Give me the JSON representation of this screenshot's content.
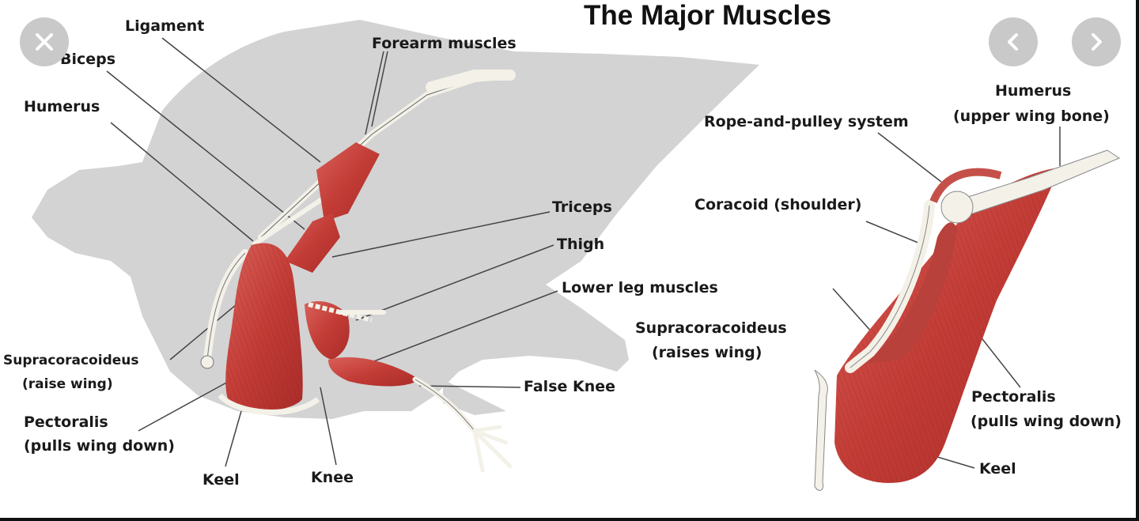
{
  "title": "The Major Muscles",
  "controls": {
    "close_icon": "close-icon",
    "prev_icon": "chevron-left-icon",
    "next_icon": "chevron-right-icon"
  },
  "colors": {
    "silhouette": "#d3d3d3",
    "muscle": "#c8403a",
    "bone": "#f3f1e8",
    "leader_line": "#444444",
    "control_bg": "#c9c9c9"
  },
  "left_labels": {
    "ligament": "Ligament",
    "forearm_muscles": "Forearm muscles",
    "biceps": "Biceps",
    "humerus": "Humerus",
    "triceps": "Triceps",
    "thigh": "Thigh",
    "lower_leg_muscles": "Lower leg muscles",
    "supracoracoideus_line1": "Supracoracoideus",
    "supracoracoideus_line2": "(raise wing)",
    "false_knee": "False Knee",
    "pectoralis_line1": "Pectoralis",
    "pectoralis_line2": "(pulls wing down)",
    "keel": "Keel",
    "knee": "Knee"
  },
  "right_labels": {
    "humerus_line1": "Humerus",
    "humerus_line2": "(upper wing bone)",
    "rope_pulley": "Rope-and-pulley system",
    "coracoid": "Coracoid (shoulder)",
    "supracoracoideus_line1": "Supracoracoideus",
    "supracoracoideus_line2": "(raises wing)",
    "pectoralis_line1": "Pectoralis",
    "pectoralis_line2": "(pulls wing down)",
    "keel": "Keel"
  }
}
